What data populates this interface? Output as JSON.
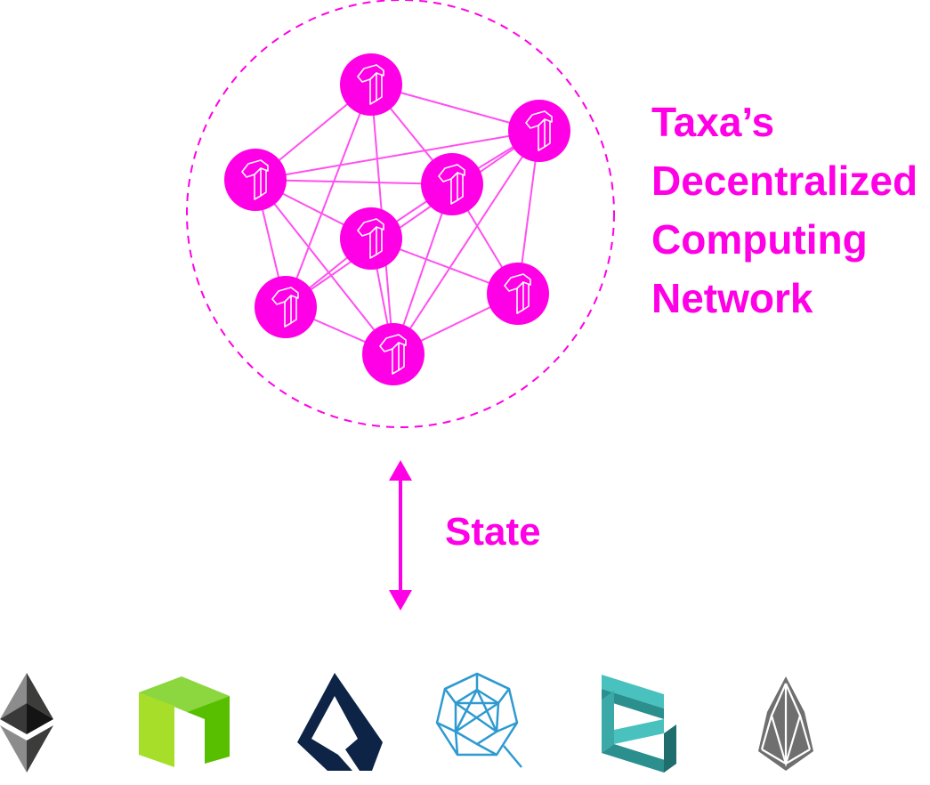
{
  "colors": {
    "accent": "#ff00e6",
    "node_line": "#ff4ff0"
  },
  "network": {
    "title_lines": [
      "Taxa’s",
      "Decentralized",
      "Computing",
      "Network"
    ],
    "node_icon": "taxa-logo-icon",
    "node_count": 8
  },
  "link": {
    "label": "State",
    "arrow": "double-vertical-arrow-icon"
  },
  "blockchain_logos": [
    {
      "icon": "ethereum-logo-icon"
    },
    {
      "icon": "neo-logo-icon"
    },
    {
      "icon": "lisk-logo-icon"
    },
    {
      "icon": "qtum-logo-icon"
    },
    {
      "icon": "zilliqa-logo-icon"
    },
    {
      "icon": "eos-logo-icon"
    }
  ]
}
